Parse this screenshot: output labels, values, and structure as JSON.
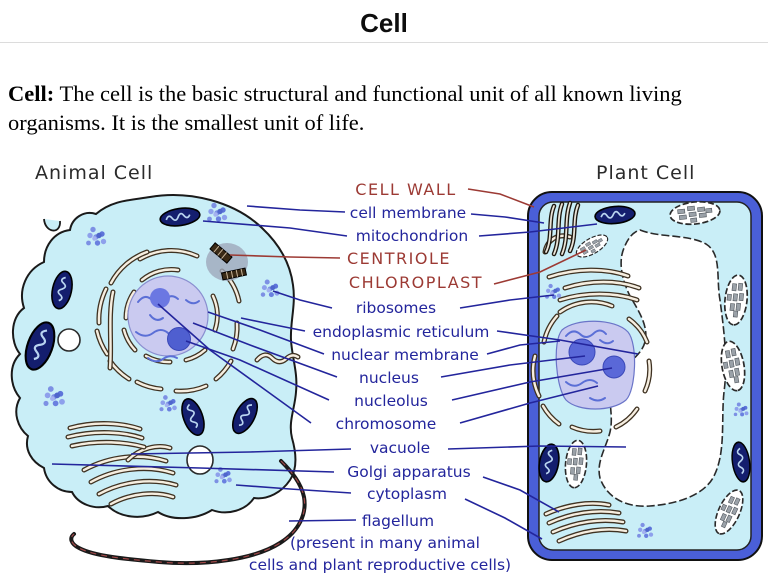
{
  "title": "Cell",
  "definition": {
    "term": "Cell:",
    "text": " The cell is the basic structural and functional unit of all known living organisms. It is the smallest unit of life."
  },
  "diagram": {
    "animal_cell_title": "Animal Cell",
    "plant_cell_title": "Plant Cell",
    "label_color_blue": "#23259c",
    "label_color_red": "#9c3a34",
    "cell_fill_color": "#c9eef7",
    "cell_wall_color": "#4a5fd8",
    "nucleus_fill_color": "#cacaf0",
    "labels": [
      {
        "text": "CELL WALL",
        "color": "#9c3a34"
      },
      {
        "text": "cell membrane",
        "color": "#23259c"
      },
      {
        "text": "mitochondrion",
        "color": "#23259c"
      },
      {
        "text": "CENTRIOLE",
        "color": "#9c3a34"
      },
      {
        "text": "CHLOROPLAST",
        "color": "#9c3a34"
      },
      {
        "text": "ribosomes",
        "color": "#23259c"
      },
      {
        "text": "endoplasmic reticulum",
        "color": "#23259c"
      },
      {
        "text": "nuclear membrane",
        "color": "#23259c"
      },
      {
        "text": "nucleus",
        "color": "#23259c"
      },
      {
        "text": "nucleolus",
        "color": "#23259c"
      },
      {
        "text": "chromosome",
        "color": "#23259c"
      },
      {
        "text": "vacuole",
        "color": "#23259c"
      },
      {
        "text": "Golgi apparatus",
        "color": "#23259c"
      },
      {
        "text": "cytoplasm",
        "color": "#23259c"
      },
      {
        "text": "flagellum",
        "color": "#23259c"
      },
      {
        "text": "(present in many animal",
        "color": "#23259c"
      },
      {
        "text": "cells and plant reproductive cells)",
        "color": "#23259c"
      }
    ]
  }
}
